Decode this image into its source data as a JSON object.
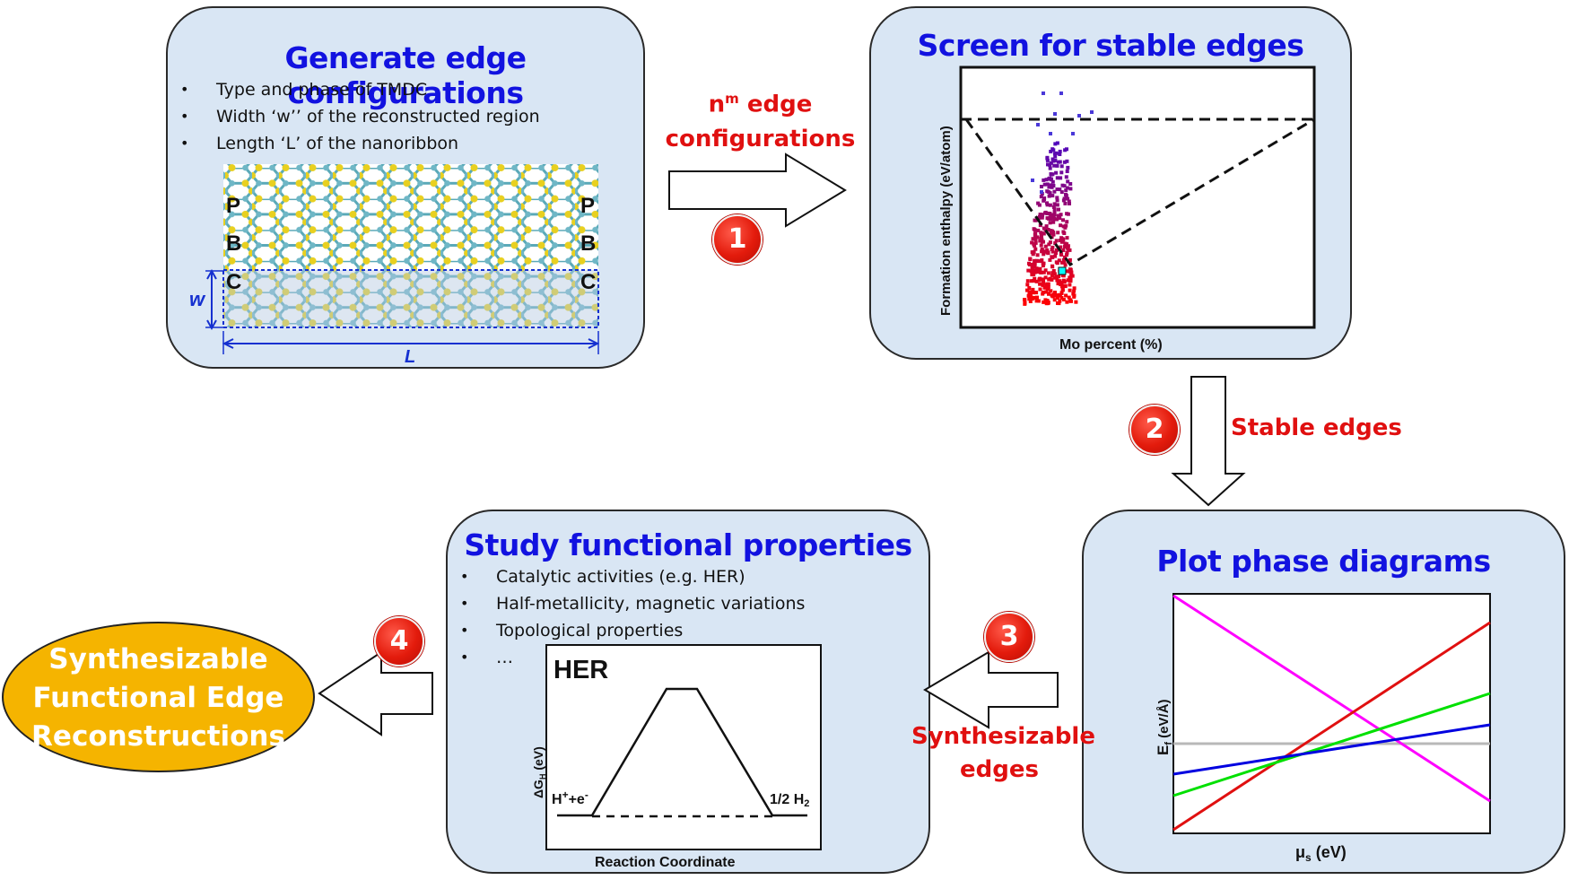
{
  "panel1": {
    "title": "Generate edge configurations",
    "bullets": [
      "Type and phase of TMDC",
      "Width ‘w’’ of the reconstructed region",
      "Length ‘L’ of the nanoribbon"
    ],
    "edge_labels_left": [
      "P",
      "B",
      "C"
    ],
    "edge_labels_right": [
      "P",
      "B",
      "C"
    ],
    "width_label": "w",
    "length_label": "L"
  },
  "panel2": {
    "title": "Screen for stable edges",
    "ylabel": "Formation enthalpy (eV/atom)",
    "xlabel": "Mo percent (%)"
  },
  "panel3": {
    "title": "Plot phase diagrams",
    "ylabel": "E",
    "ylabel_sub": "f",
    "ylabel_unit": " (eV/Å)",
    "xlabel": "μ",
    "xlabel_sub": "s",
    "xlabel_unit": " (eV)",
    "line_colors": [
      "#ff00ff",
      "#e01010",
      "#00e000",
      "#0000e0",
      "#b8b8b8"
    ]
  },
  "panel4": {
    "title": "Study functional properties",
    "bullets": [
      "Catalytic activities (e.g. HER)",
      "Half-metallicity, magnetic variations",
      "Topological properties",
      "…"
    ],
    "her_title": "HER",
    "ylabel": "ΔG",
    "ylabel_sub": "H",
    "ylabel_unit": " (eV)",
    "left_state": "H",
    "left_state_sup": "+",
    "left_state_rest": "+e",
    "left_state_sup2": "-",
    "right_state": "1/2 H",
    "right_state_sub": "2",
    "xlabel": "Reaction Coordinate"
  },
  "arrows": {
    "step1_num": "1",
    "step1_label_base": "n",
    "step1_label_sup": "m",
    "step1_label_rest": " edge",
    "step1_label_line2": "configurations",
    "step2_num": "2",
    "step2_label": "Stable edges",
    "step3_num": "3",
    "step3_label_line1": "Synthesizable",
    "step3_label_line2": "edges",
    "step4_num": "4"
  },
  "result": {
    "lines": [
      "Synthesizable",
      "Functional Edge",
      "Reconstructions"
    ],
    "color": "#f5b400"
  }
}
